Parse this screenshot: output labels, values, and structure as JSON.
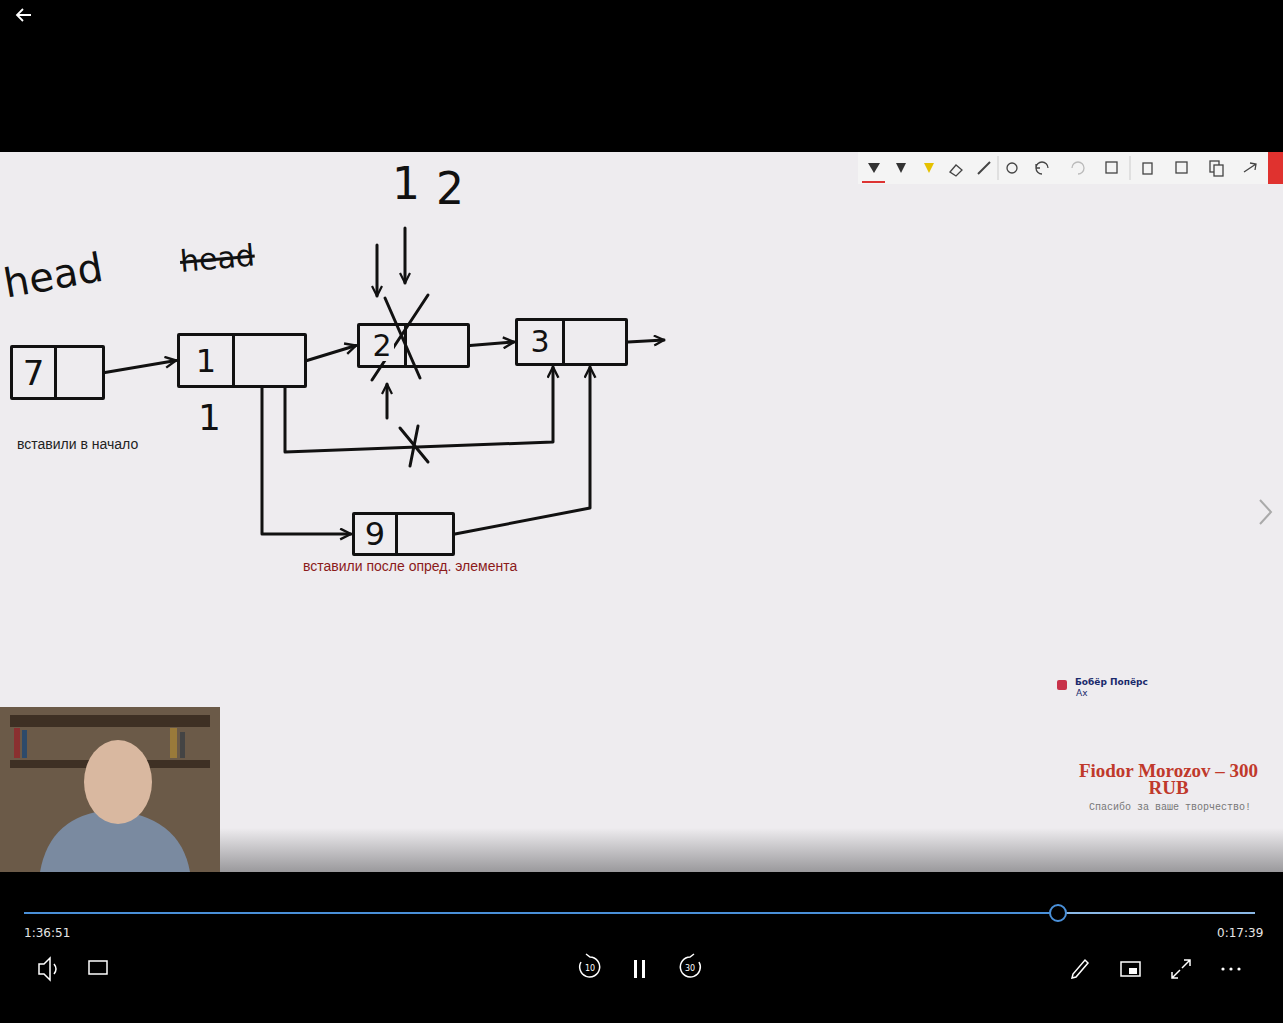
{
  "diagram": {
    "nodes": [
      {
        "text": [
          "7"
        ]
      },
      {
        "text": [
          "1"
        ]
      },
      {
        "text": [
          "2"
        ]
      },
      {
        "text": [
          "3"
        ]
      },
      {
        "text": [
          "9"
        ]
      }
    ],
    "edges": [
      {
        "from": 0,
        "to": 1,
        "arrow": "to"
      },
      {
        "from": 1,
        "to": 2,
        "arrow": "to"
      },
      {
        "from": 2,
        "to": 3,
        "arrow": "to"
      },
      {
        "from": 1,
        "to": 3,
        "arrow": "to"
      },
      {
        "from": 1,
        "to": 4,
        "arrow": "to"
      },
      {
        "from": 4,
        "to": 3,
        "arrow": "to"
      }
    ],
    "labels": [
      "head",
      "head",
      "1",
      "2",
      "1",
      "вставили в начало",
      "вставили после опред. элемента",
      "Бобёр Попёрс",
      "Ах",
      "Fiodor Morozov – 300 RUB",
      "Спасибо за ваше творчество!",
      "1:36:51",
      "0:17:39",
      "10",
      "30"
    ]
  }
}
